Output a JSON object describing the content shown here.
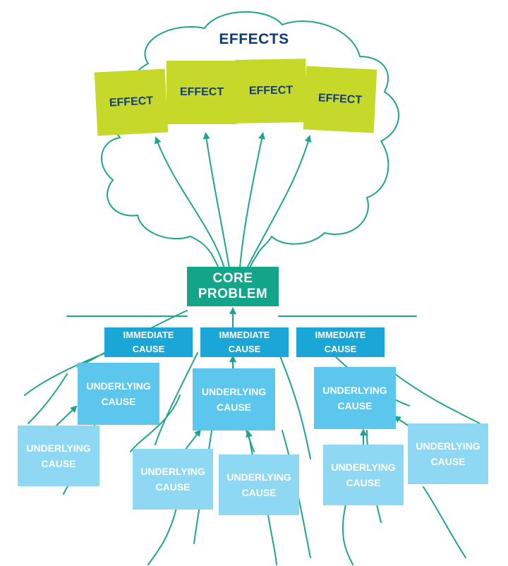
{
  "title": "EFFECTS",
  "effects": [
    "EFFECT",
    "EFFECT",
    "EFFECT",
    "EFFECT"
  ],
  "core_problem": "CORE\nPROBLEM",
  "immediate_causes": [
    "IMMEDIATE\nCAUSE",
    "IMMEDIATE\nCAUSE",
    "IMMEDIATE\nCAUSE"
  ],
  "underlying_causes": [
    "UNDERLYING\nCAUSE",
    "UNDERLYING\nCAUSE",
    "UNDERLYING\nCAUSE",
    "UNDERLYING\nCAUSE",
    "UNDERLYING\nCAUSE",
    "UNDERLYING\nCAUSE",
    "UNDERLYING\nCAUSE",
    "UNDERLYING\nCAUSE"
  ],
  "colors": {
    "title": "#0f3a78",
    "effect_fill": "#c6d92b",
    "effect_text": "#163d7a",
    "core_fill": "#12a58a",
    "immediate_fill": "#1aa7d8",
    "underlying_fill": "#5cc6ec",
    "underlying_light_fill": "#8ed8f3",
    "line": "#1ea58d"
  }
}
